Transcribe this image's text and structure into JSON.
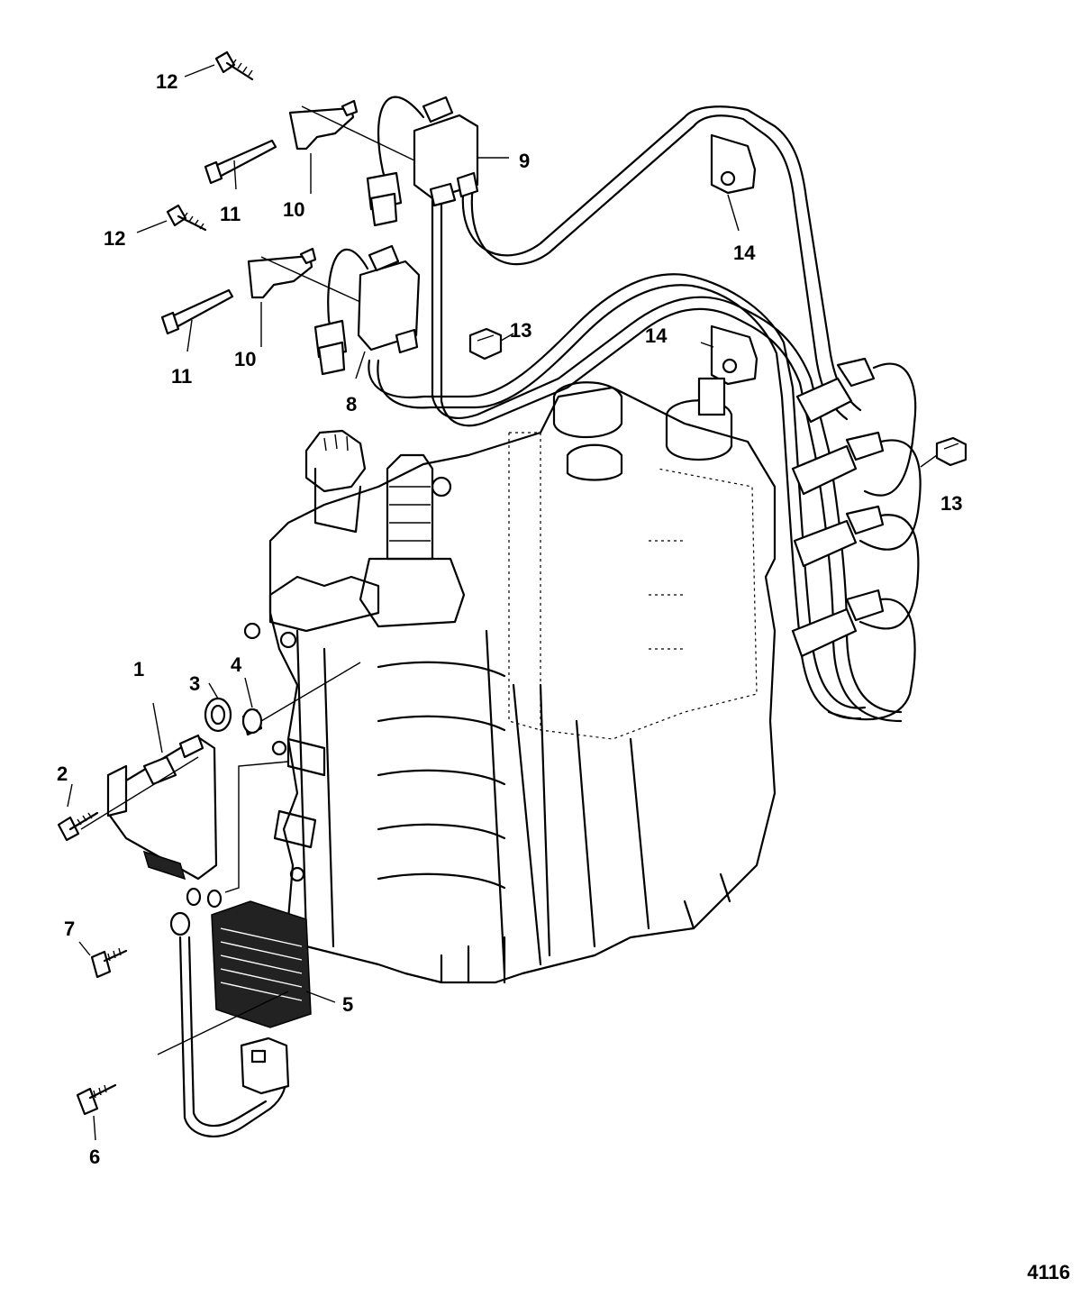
{
  "diagram": {
    "reference_number": "4116",
    "callouts": {
      "c1": "1",
      "c2": "2",
      "c3": "3",
      "c4": "4",
      "c5": "5",
      "c6": "6",
      "c7": "7",
      "c8": "8",
      "c9": "9",
      "c10a": "10",
      "c10b": "10",
      "c11a": "11",
      "c11b": "11",
      "c12a": "12",
      "c12b": "12",
      "c13a": "13",
      "c13b": "13",
      "c14a": "14",
      "c14b": "14"
    }
  }
}
